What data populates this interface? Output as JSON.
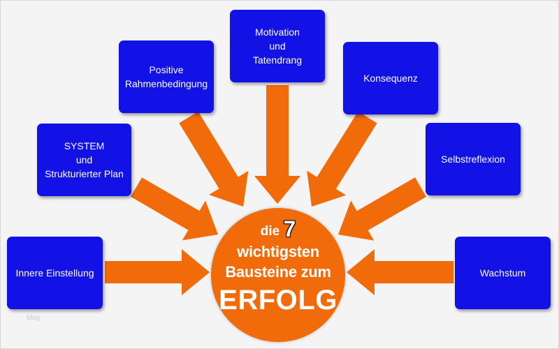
{
  "diagram": {
    "boxes": [
      {
        "id": "innere-einstellung",
        "label": "Innere Einstellung"
      },
      {
        "id": "system",
        "label": "SYSTEM\nund\nStrukturierter Plan"
      },
      {
        "id": "positive",
        "label": "Positive\nRahmenbedingung"
      },
      {
        "id": "motivation",
        "label": "Motivation\nund\nTatendrang"
      },
      {
        "id": "konsequenz",
        "label": "Konsequenz"
      },
      {
        "id": "selbstreflexion",
        "label": "Selbstreflexion"
      },
      {
        "id": "wachstum",
        "label": "Wachstum"
      }
    ],
    "center": {
      "prefix": "die",
      "number": "7",
      "line2": "wichtigsten",
      "line3": "Bausteine zum",
      "line4": "ERFOLG"
    },
    "watermark": "blog",
    "colors": {
      "box": "#1212e6",
      "arrow": "#f26b0b",
      "center": "#f26b0b",
      "background": "#f4f4f4"
    }
  }
}
